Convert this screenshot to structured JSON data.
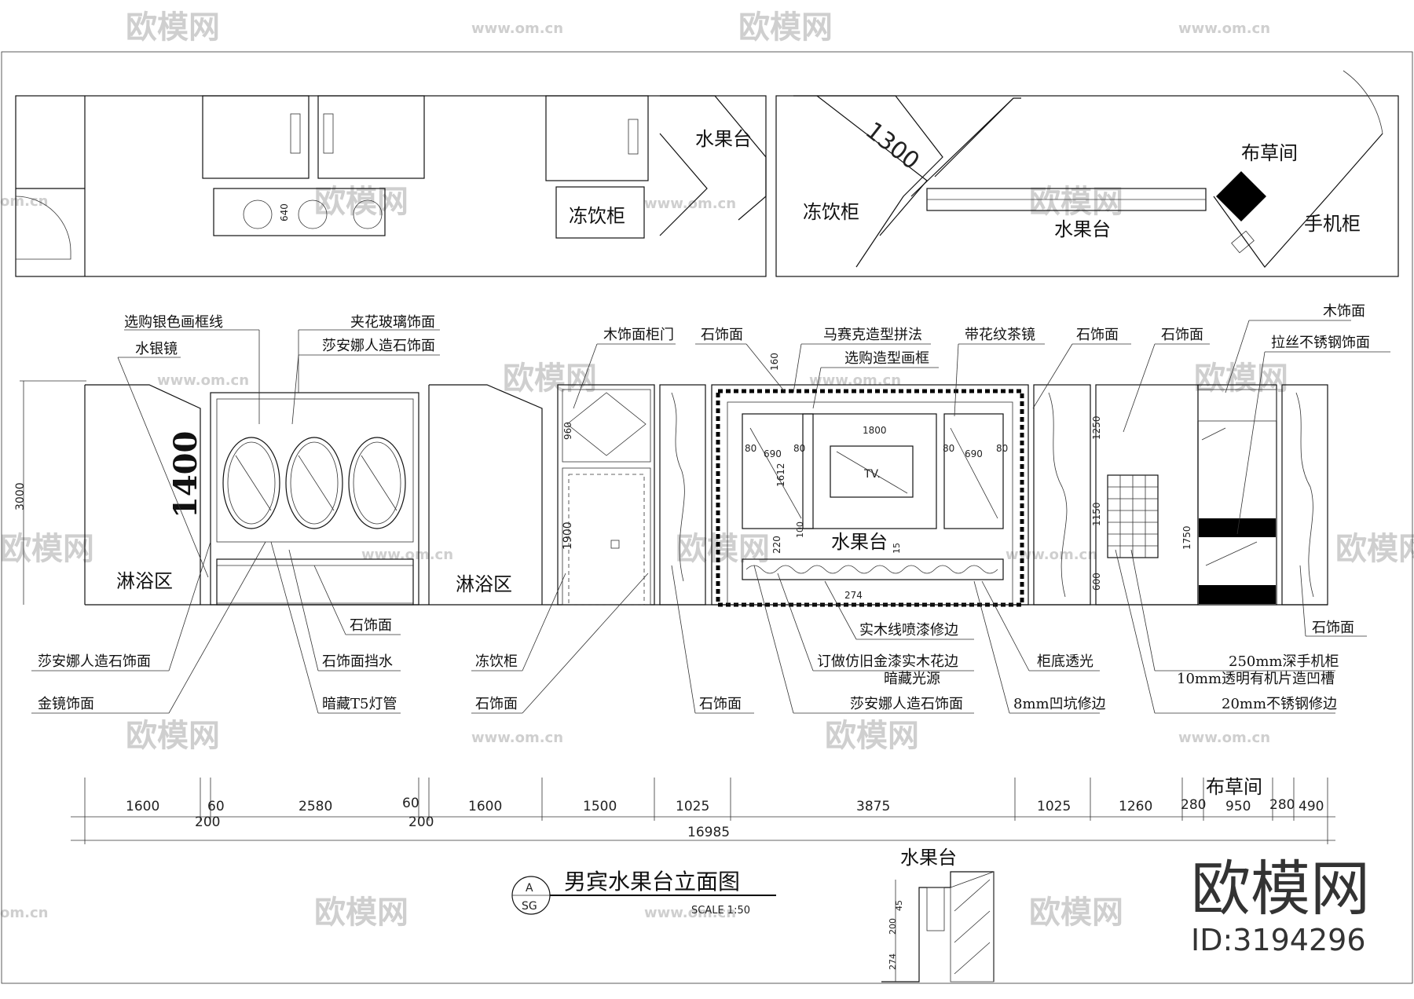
{
  "watermark": {
    "brand": "欧模网",
    "site": "www.om.cn",
    "site_short": "om.cn",
    "brand_partial": "欧模网"
  },
  "brand_box": {
    "logo": "欧模网",
    "id_text": "ID:3194296"
  },
  "plan_left": {
    "dim_640": "640",
    "label_fruit": "水果台",
    "label_fridge": "冻饮柜"
  },
  "plan_right": {
    "dim_1300": "1300",
    "label_fridge": "冻饮柜",
    "label_fruit": "水果台",
    "label_linen": "布草间",
    "label_phone": "手机柜"
  },
  "elevation": {
    "shower_left": "淋浴区",
    "shower_right": "淋浴区",
    "fruit_table": "水果台",
    "tv": "TV.",
    "dim_height_big": "1400",
    "dim_total_height": "3000",
    "inner_dims": {
      "d160": "160",
      "d1800": "1800",
      "d80a": "80",
      "d690a": "690",
      "d80b": "80",
      "d1612": "1612",
      "d80c": "80",
      "d690b": "690",
      "d80d": "80",
      "d220": "220",
      "d100": "100",
      "d15": "15",
      "d274": "274",
      "d1250": "1250",
      "d1150": "1150",
      "d600": "600",
      "d1750": "1750",
      "d1900": "1900",
      "d960": "960"
    }
  },
  "callouts_top": [
    "选购银色画框线",
    "夹花玻璃饰面",
    "水银镜",
    "莎安娜人造石饰面",
    "木饰面柜门",
    "石饰面",
    "马赛克造型拼法",
    "选购造型画框",
    "带花纹茶镜",
    "石饰面",
    "石饰面",
    "木饰面",
    "拉丝不锈钢饰面"
  ],
  "callouts_bottom": [
    "石饰面",
    "莎安娜人造石饰面",
    "石饰面挡水",
    "冻饮柜",
    "金镜饰面",
    "暗藏T5灯管",
    "石饰面",
    "石饰面",
    "实木线喷漆修边",
    "订做仿旧金漆实木花边",
    "暗藏光源",
    "柜底透光",
    "莎安娜人造石饰面",
    "8mm凹坑修边",
    "石饰面",
    "250mm深手机柜",
    "10mm透明有机片造凹槽",
    "20mm不锈钢修边"
  ],
  "dimension_chain": {
    "segments": [
      "1600",
      "60",
      "2580",
      "60",
      "1600",
      "1500",
      "1025",
      "3875",
      "1025",
      "1260",
      "280",
      "950",
      "280",
      "490"
    ],
    "sub": [
      "200",
      "200"
    ],
    "total": "16985",
    "linen_label": "布草间"
  },
  "title_block": {
    "ref_top": "A",
    "ref_bottom": "SG",
    "title": "男宾水果台立面图",
    "scale": "SCALE 1:50"
  },
  "section_detail": {
    "label": "水果台",
    "d45": "45",
    "d200": "200",
    "d274": "274"
  }
}
